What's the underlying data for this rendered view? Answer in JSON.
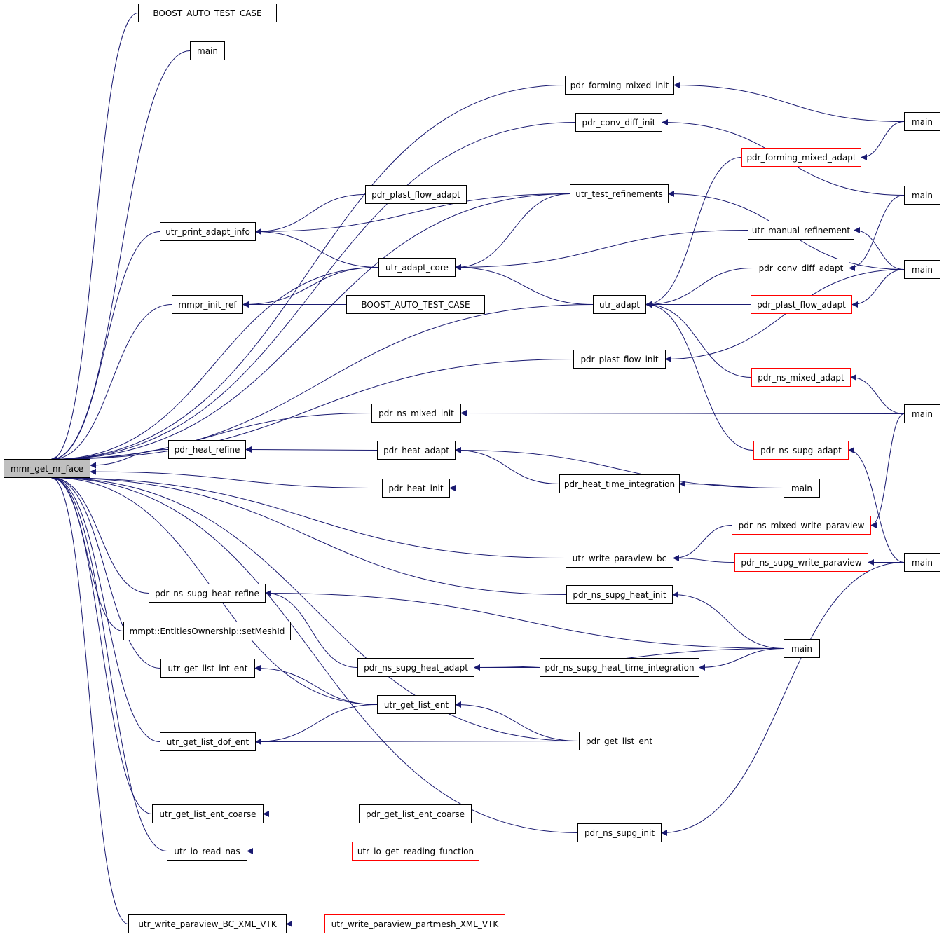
{
  "colors": {
    "edge": "#191970",
    "node_border": "#000000",
    "truncated_border": "#ff0000",
    "root_fill": "#bfbfbf"
  },
  "nodes": {
    "root": {
      "label": "mmr_get_nr_face",
      "root": true
    },
    "boost1": {
      "label": "BOOST_AUTO_TEST_CASE"
    },
    "main1": {
      "label": "main"
    },
    "pdr_forming_mixed_init": {
      "label": "pdr_forming_mixed_init"
    },
    "pdr_conv_diff_init": {
      "label": "pdr_conv_diff_init"
    },
    "main_fmi": {
      "label": "main"
    },
    "pdr_forming_mixed_adapt": {
      "label": "pdr_forming_mixed_adapt",
      "truncated": true
    },
    "pdr_plast_flow_adapt1": {
      "label": "pdr_plast_flow_adapt"
    },
    "utr_test_refinements": {
      "label": "utr_test_refinements"
    },
    "main_cdi": {
      "label": "main"
    },
    "utr_print_adapt_info": {
      "label": "utr_print_adapt_info"
    },
    "utr_manual_refinement": {
      "label": "utr_manual_refinement"
    },
    "utr_adapt_core": {
      "label": "utr_adapt_core"
    },
    "pdr_conv_diff_adapt": {
      "label": "pdr_conv_diff_adapt",
      "truncated": true
    },
    "main_mr": {
      "label": "main"
    },
    "mmpr_init_ref": {
      "label": "mmpr_init_ref"
    },
    "boost2": {
      "label": "BOOST_AUTO_TEST_CASE"
    },
    "utr_adapt": {
      "label": "utr_adapt"
    },
    "pdr_plast_flow_adapt2": {
      "label": "pdr_plast_flow_adapt",
      "truncated": true
    },
    "pdr_plast_flow_init": {
      "label": "pdr_plast_flow_init"
    },
    "pdr_ns_mixed_adapt": {
      "label": "pdr_ns_mixed_adapt",
      "truncated": true
    },
    "pdr_ns_mixed_init": {
      "label": "pdr_ns_mixed_init"
    },
    "main_nsm": {
      "label": "main"
    },
    "pdr_heat_refine": {
      "label": "pdr_heat_refine"
    },
    "pdr_heat_adapt": {
      "label": "pdr_heat_adapt"
    },
    "pdr_ns_supg_adapt": {
      "label": "pdr_ns_supg_adapt",
      "truncated": true
    },
    "pdr_heat_time_integration": {
      "label": "pdr_heat_time_integration"
    },
    "pdr_heat_init": {
      "label": "pdr_heat_init"
    },
    "main_heat": {
      "label": "main"
    },
    "pdr_ns_mixed_write_paraview": {
      "label": "pdr_ns_mixed_write_paraview",
      "truncated": true
    },
    "utr_write_paraview_bc": {
      "label": "utr_write_paraview_bc"
    },
    "pdr_ns_supg_write_paraview": {
      "label": "pdr_ns_supg_write_paraview",
      "truncated": true
    },
    "main_supg": {
      "label": "main"
    },
    "pdr_ns_supg_heat_refine": {
      "label": "pdr_ns_supg_heat_refine"
    },
    "pdr_ns_supg_heat_init": {
      "label": "pdr_ns_supg_heat_init"
    },
    "setMeshId": {
      "label": "mmpt::EntitiesOwnership::setMeshId"
    },
    "main_sh": {
      "label": "main"
    },
    "utr_get_list_int_ent": {
      "label": "utr_get_list_int_ent"
    },
    "pdr_ns_supg_heat_adapt": {
      "label": "pdr_ns_supg_heat_adapt"
    },
    "pdr_ns_supg_heat_time_integration": {
      "label": "pdr_ns_supg_heat_time_integration"
    },
    "utr_get_list_ent": {
      "label": "utr_get_list_ent"
    },
    "utr_get_list_dof_ent": {
      "label": "utr_get_list_dof_ent"
    },
    "pdr_get_list_ent": {
      "label": "pdr_get_list_ent"
    },
    "utr_get_list_ent_coarse": {
      "label": "utr_get_list_ent_coarse"
    },
    "pdr_get_list_ent_coarse": {
      "label": "pdr_get_list_ent_coarse"
    },
    "pdr_ns_supg_init": {
      "label": "pdr_ns_supg_init"
    },
    "utr_io_read_nas": {
      "label": "utr_io_read_nas"
    },
    "utr_io_get_reading_function": {
      "label": "utr_io_get_reading_function",
      "truncated": true
    },
    "utr_write_paraview_BC_XML_VTK": {
      "label": "utr_write_paraview_BC_XML_VTK"
    },
    "utr_write_paraview_partmesh_XML_VTK": {
      "label": "utr_write_paraview_partmesh_XML_VTK",
      "truncated": true
    }
  },
  "edges": [
    [
      "boost1",
      "root"
    ],
    [
      "main1",
      "root"
    ],
    [
      "pdr_forming_mixed_init",
      "root"
    ],
    [
      "pdr_conv_diff_init",
      "root"
    ],
    [
      "utr_test_refinements",
      "root"
    ],
    [
      "utr_print_adapt_info",
      "root"
    ],
    [
      "utr_adapt_core",
      "root"
    ],
    [
      "mmpr_init_ref",
      "root"
    ],
    [
      "utr_adapt",
      "root"
    ],
    [
      "pdr_plast_flow_init",
      "root"
    ],
    [
      "pdr_ns_mixed_init",
      "root"
    ],
    [
      "pdr_heat_refine",
      "root"
    ],
    [
      "pdr_heat_init",
      "root"
    ],
    [
      "utr_write_paraview_bc",
      "root"
    ],
    [
      "pdr_ns_supg_heat_refine",
      "root"
    ],
    [
      "pdr_ns_supg_heat_init",
      "root"
    ],
    [
      "setMeshId",
      "root"
    ],
    [
      "utr_get_list_int_ent",
      "root"
    ],
    [
      "utr_get_list_ent",
      "root"
    ],
    [
      "utr_get_list_dof_ent",
      "root"
    ],
    [
      "pdr_get_list_ent",
      "root"
    ],
    [
      "utr_get_list_ent_coarse",
      "root"
    ],
    [
      "utr_io_read_nas",
      "root"
    ],
    [
      "pdr_ns_supg_init",
      "root"
    ],
    [
      "utr_write_paraview_BC_XML_VTK",
      "root"
    ],
    [
      "main_fmi",
      "pdr_forming_mixed_init"
    ],
    [
      "main_cdi",
      "pdr_conv_diff_init"
    ],
    [
      "main_mr",
      "utr_test_refinements"
    ],
    [
      "pdr_plast_flow_adapt1",
      "utr_print_adapt_info"
    ],
    [
      "utr_test_refinements",
      "utr_print_adapt_info"
    ],
    [
      "utr_adapt_core",
      "utr_print_adapt_info"
    ],
    [
      "utr_test_refinements",
      "utr_adapt_core"
    ],
    [
      "utr_manual_refinement",
      "utr_adapt_core"
    ],
    [
      "utr_adapt",
      "utr_adapt_core"
    ],
    [
      "utr_adapt_core",
      "mmpr_init_ref"
    ],
    [
      "boost2",
      "mmpr_init_ref"
    ],
    [
      "pdr_forming_mixed_adapt",
      "utr_adapt"
    ],
    [
      "pdr_conv_diff_adapt",
      "utr_adapt"
    ],
    [
      "pdr_plast_flow_adapt2",
      "utr_adapt"
    ],
    [
      "pdr_ns_mixed_adapt",
      "utr_adapt"
    ],
    [
      "pdr_ns_supg_adapt",
      "utr_adapt"
    ],
    [
      "main_fmi",
      "pdr_forming_mixed_adapt"
    ],
    [
      "main_mr",
      "utr_manual_refinement"
    ],
    [
      "main_cdi",
      "pdr_conv_diff_adapt"
    ],
    [
      "main_mr",
      "pdr_plast_flow_adapt2"
    ],
    [
      "main_mr",
      "pdr_plast_flow_init"
    ],
    [
      "main_nsm",
      "pdr_ns_mixed_adapt"
    ],
    [
      "main_nsm",
      "pdr_ns_mixed_init"
    ],
    [
      "pdr_heat_adapt",
      "pdr_heat_refine"
    ],
    [
      "main_heat",
      "pdr_heat_adapt"
    ],
    [
      "pdr_heat_time_integration",
      "pdr_heat_adapt"
    ],
    [
      "main_heat",
      "pdr_heat_time_integration"
    ],
    [
      "main_heat",
      "pdr_heat_init"
    ],
    [
      "main_supg",
      "pdr_ns_supg_adapt"
    ],
    [
      "main_nsm",
      "pdr_ns_mixed_write_paraview"
    ],
    [
      "pdr_ns_mixed_write_paraview",
      "utr_write_paraview_bc"
    ],
    [
      "pdr_ns_supg_write_paraview",
      "utr_write_paraview_bc"
    ],
    [
      "main_supg",
      "pdr_ns_supg_write_paraview"
    ],
    [
      "main_sh",
      "pdr_ns_supg_heat_refine"
    ],
    [
      "pdr_ns_supg_heat_adapt",
      "pdr_ns_supg_heat_refine"
    ],
    [
      "main_sh",
      "pdr_ns_supg_heat_init"
    ],
    [
      "pdr_ns_supg_heat_time_integration",
      "pdr_ns_supg_heat_adapt"
    ],
    [
      "main_sh",
      "pdr_ns_supg_heat_adapt"
    ],
    [
      "main_sh",
      "pdr_ns_supg_heat_time_integration"
    ],
    [
      "utr_get_list_ent",
      "utr_get_list_int_ent"
    ],
    [
      "utr_get_list_ent",
      "utr_get_list_dof_ent"
    ],
    [
      "pdr_get_list_ent",
      "utr_get_list_ent"
    ],
    [
      "pdr_get_list_ent",
      "utr_get_list_dof_ent"
    ],
    [
      "pdr_get_list_ent_coarse",
      "utr_get_list_ent_coarse"
    ],
    [
      "utr_io_get_reading_function",
      "utr_io_read_nas"
    ],
    [
      "main_supg",
      "pdr_ns_supg_init"
    ],
    [
      "utr_write_paraview_partmesh_XML_VTK",
      "utr_write_paraview_BC_XML_VTK"
    ]
  ]
}
